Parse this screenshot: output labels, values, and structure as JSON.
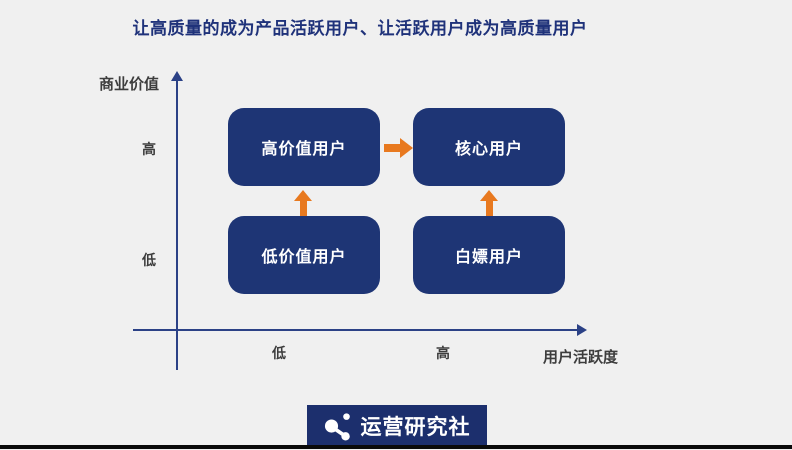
{
  "title": "让高质量的成为产品活跃用户、让活跃用户成为高质量用户",
  "colors": {
    "background": "#f0f0f0",
    "title": "#1f327a",
    "box": "#1e3575",
    "axis": "#2b4186",
    "arrow": "#e8791f",
    "logo_background": "#1c2f6d"
  },
  "matrix": {
    "y_axis": {
      "label": "商业价值",
      "ticks": [
        "高",
        "低"
      ]
    },
    "x_axis": {
      "label": "用户活跃度",
      "ticks": [
        "低",
        "高"
      ]
    },
    "quadrants": {
      "top_left": "高价值用户",
      "top_right": "核心用户",
      "bottom_left": "低价值用户",
      "bottom_right": "白嫖用户"
    },
    "arrows": [
      {
        "from": "低价值用户",
        "to": "高价值用户",
        "direction": "up"
      },
      {
        "from": "高价值用户",
        "to": "核心用户",
        "direction": "right"
      },
      {
        "from": "白嫖用户",
        "to": "核心用户",
        "direction": "up"
      }
    ]
  },
  "footer": {
    "logo_text": "运营研究社",
    "logo_icon": "molecule-dots-icon"
  }
}
